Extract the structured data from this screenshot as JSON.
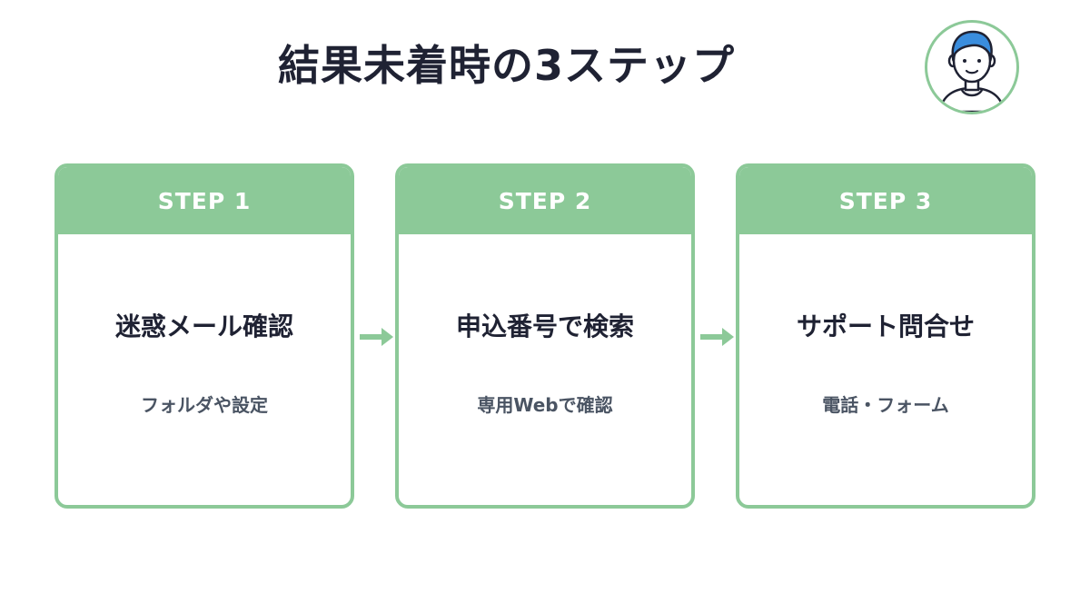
{
  "title": "結果未着時の3ステップ",
  "accent_color": "#8cc998",
  "avatar": {
    "icon": "person-avatar-icon"
  },
  "steps": [
    {
      "label": "STEP 1",
      "title": "迷惑メール確認",
      "subtitle": "フォルダや設定"
    },
    {
      "label": "STEP 2",
      "title": "申込番号で検索",
      "subtitle": "専用Webで確認"
    },
    {
      "label": "STEP 3",
      "title": "サポート問合せ",
      "subtitle": "電話・フォーム"
    }
  ]
}
